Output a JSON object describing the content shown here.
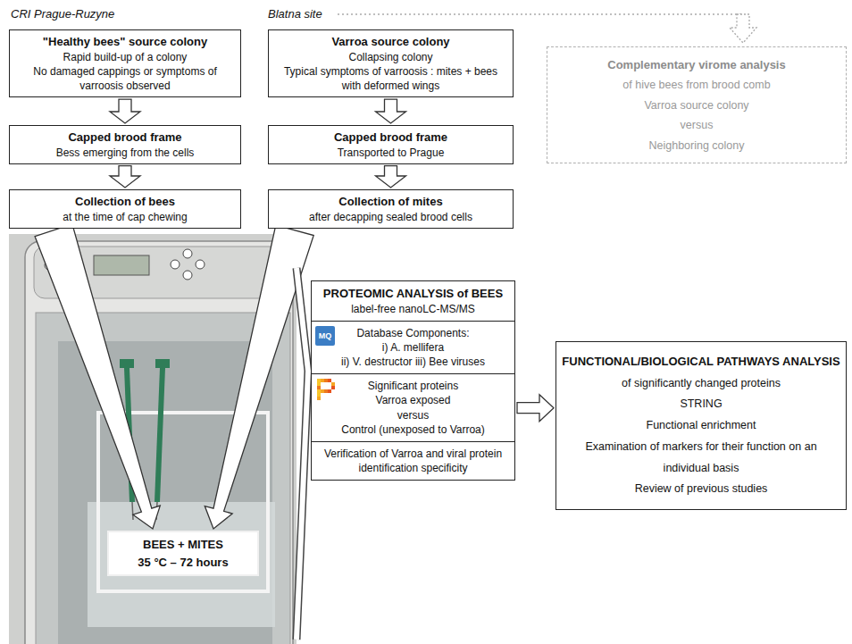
{
  "diagram": {
    "nodes": [
      {
        "text": [
          "\"Healthy bees\" source colony",
          "Rapid build-up of a colony",
          "No damaged cappings or symptoms of varroosis observed"
        ]
      },
      {
        "text": [
          "Varroa source colony",
          "Collapsing colony",
          "Typical symptoms of varroosis : mites + bees with deformed wings"
        ]
      },
      {
        "text": [
          "Complementary virome analysis",
          "of hive bees from brood comb",
          "Varroa source colony",
          "versus",
          "Neighboring colony"
        ]
      },
      {
        "text": [
          "Capped brood frame",
          "Bess emerging from the cells"
        ]
      },
      {
        "text": [
          "Capped brood frame",
          "Transported to Prague"
        ]
      },
      {
        "text": [
          "Collection of bees",
          "at the time of cap chewing"
        ]
      },
      {
        "text": [
          "Collection of mites",
          "after decapping sealed brood cells"
        ]
      },
      {
        "text": [
          "BEES + MITES",
          "35 °C – 72 hours"
        ]
      },
      {
        "text": [
          "PROTEOMIC ANALYSIS of BEES",
          "label-free nanoLC-MS/MS"
        ]
      },
      {
        "text": [
          "Database Components:",
          "i) A. mellifera",
          "ii) V. destructor iii) Bee viruses"
        ]
      },
      {
        "text": [
          "Significant proteins",
          "Varroa exposed",
          "versus",
          "Control (unexposed to Varroa)"
        ]
      },
      {
        "text": [
          "Verification of Varroa and viral protein identification specificity"
        ]
      },
      {
        "text": [
          "FUNCTIONAL/BIOLOGICAL PATHWAYS ANALYSIS",
          "of significantly changed proteins",
          "STRING",
          "Functional enrichment",
          "Examination of markers for their function on an individual basis",
          "Review of previous studies"
        ]
      }
    ],
    "edges": [
      {
        "from": 0,
        "to": 3,
        "arrow": "to"
      },
      {
        "from": 3,
        "to": 5,
        "arrow": "to"
      },
      {
        "from": 1,
        "to": 4,
        "arrow": "to"
      },
      {
        "from": 4,
        "to": 6,
        "arrow": "to"
      },
      {
        "from": 5,
        "to": 7,
        "arrow": "to"
      },
      {
        "from": 6,
        "to": 7,
        "arrow": "to"
      },
      {
        "from": 7,
        "to": 9,
        "arrow": "to"
      },
      {
        "from": 10,
        "to": 12,
        "arrow": "to"
      }
    ],
    "labels": [
      "CRI Prague-Ruzyne",
      "Blatna site",
      "MQ"
    ]
  }
}
